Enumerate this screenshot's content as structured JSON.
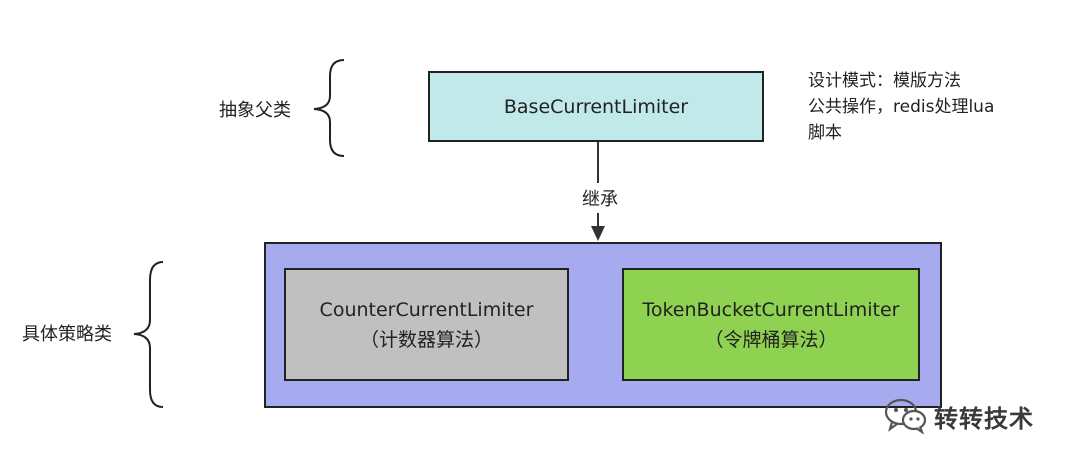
{
  "labels": {
    "abstract_parent": "抽象父类",
    "concrete_strategy": "具体策略类",
    "inheritance": "继承"
  },
  "base_class": {
    "name": "BaseCurrentLimiter",
    "color": "#c2e9ea"
  },
  "note": {
    "lines": [
      "设计模式：模版方法",
      "公共操作，redis处理lua",
      "脚本"
    ]
  },
  "strategy_container": {
    "color": "#a6aaee"
  },
  "strategies": [
    {
      "name": "CounterCurrentLimiter",
      "algorithm": "（计数器算法）",
      "color": "#c0c0c0"
    },
    {
      "name": "TokenBucketCurrentLimiter",
      "algorithm": "（令牌桶算法）",
      "color": "#8fd150"
    }
  ],
  "watermark": {
    "text": "转转技术",
    "icon": "wechat-icon"
  }
}
